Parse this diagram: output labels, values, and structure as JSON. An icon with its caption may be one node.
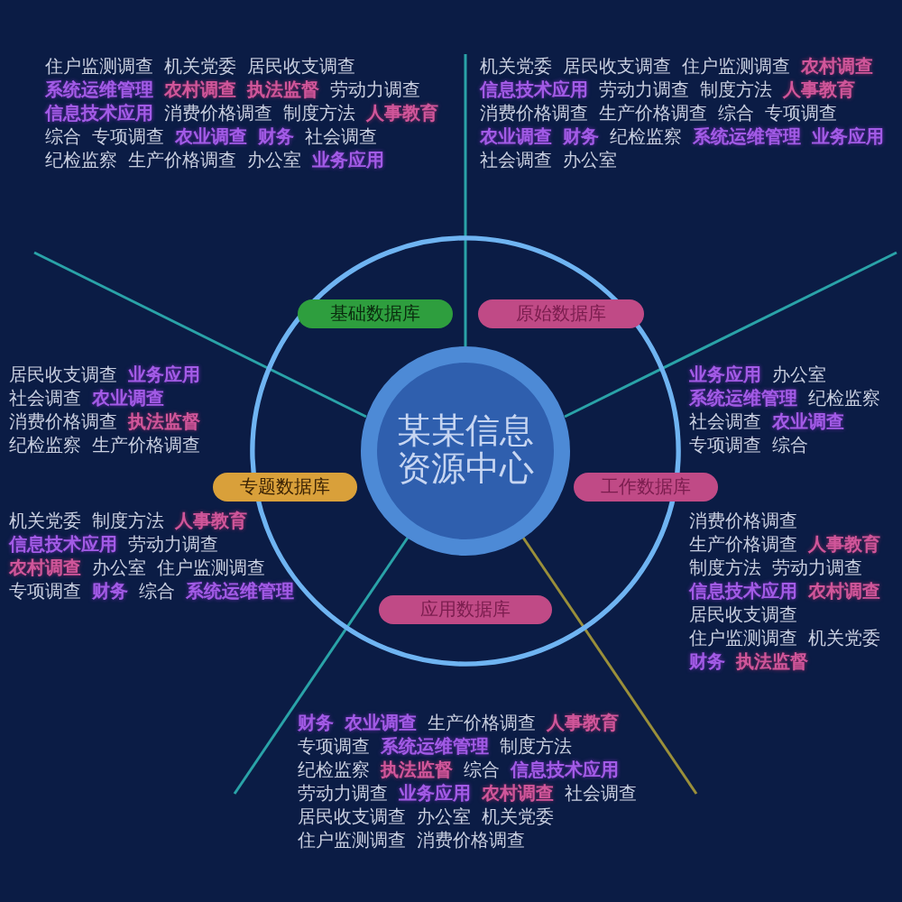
{
  "diagram": {
    "nodes": [
      {
        "text": [
          "某某信息资源中心"
        ]
      },
      {
        "text": [
          "基础数据库"
        ]
      },
      {
        "text": [
          "原始数据库"
        ]
      },
      {
        "text": [
          "专题数据库"
        ]
      },
      {
        "text": [
          "工作数据库"
        ]
      },
      {
        "text": [
          "应用数据库"
        ]
      }
    ],
    "labels": [
      "住户监测调查",
      "机关党委",
      "居民收支调查",
      "系统运维管理",
      "农村调查",
      "执法监督",
      "劳动力调查",
      "信息技术应用",
      "消费价格调查",
      "制度方法",
      "人事教育",
      "综合",
      "专项调查",
      "农业调查",
      "财务",
      "社会调查",
      "纪检监察",
      "生产价格调查",
      "办公室",
      "业务应用",
      "机关党委",
      "居民收支调查",
      "住户监测调查",
      "农村调查",
      "信息技术应用",
      "劳动力调查",
      "制度方法",
      "人事教育",
      "消费价格调查",
      "生产价格调查",
      "综合",
      "专项调查",
      "农业调查",
      "财务",
      "纪检监察",
      "系统运维管理",
      "业务应用",
      "社会调查",
      "办公室",
      "业务应用",
      "办公室",
      "系统运维管理",
      "纪检监察",
      "社会调查",
      "农业调查",
      "专项调查",
      "综合",
      "消费价格调查",
      "生产价格调查",
      "人事教育",
      "制度方法",
      "劳动力调查",
      "信息技术应用",
      "农村调查",
      "居民收支调查",
      "住户监测调查",
      "机关党委",
      "财务",
      "执法监督",
      "居民收支调查",
      "业务应用",
      "社会调查",
      "农业调查",
      "消费价格调查",
      "执法监督",
      "纪检监察",
      "生产价格调查",
      "机关党委",
      "制度方法",
      "人事教育",
      "信息技术应用",
      "劳动力调查",
      "农村调查",
      "办公室",
      "住户监测调查",
      "专项调查",
      "财务",
      "综合",
      "系统运维管理",
      "财务",
      "农业调查",
      "生产价格调查",
      "人事教育",
      "专项调查",
      "系统运维管理",
      "制度方法",
      "纪检监察",
      "执法监督",
      "综合",
      "信息技术应用",
      "劳动力调查",
      "业务应用",
      "农村调查",
      "社会调查",
      "居民收支调查",
      "办公室",
      "机关党委",
      "住户监测调查",
      "消费价格调查"
    ]
  }
}
